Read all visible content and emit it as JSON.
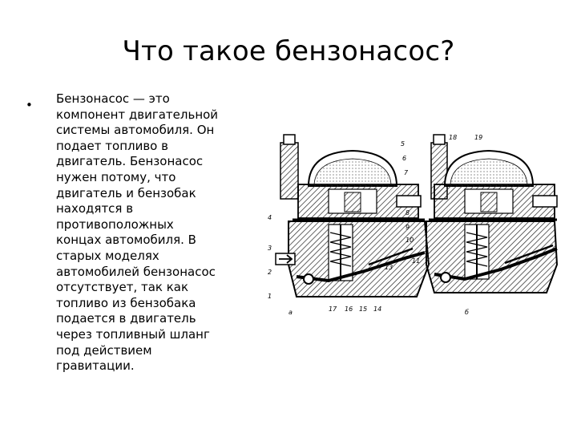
{
  "slide": {
    "title": "Что такое бензонасос?",
    "bullet_symbol": "•",
    "body": " Бензонасос — это\nкомпонент двигательной\nсистемы автомобиля. Он\nподает топливо в\nдвигатель. Бензонасос\nнужен потому, что\nдвигатель и бензобак\nнаходятся в\nпротивоположных\nконцах автомобиля. В\nстарых моделях\nавтомобилей бензонасос\nотсутствует, так как\nтопливо из бензобака\nподается в двигатель\nчерез топливный шланг\nпод действием\nгравитации."
  },
  "figure": {
    "left_callouts": [
      "4",
      "3",
      "2",
      "1"
    ],
    "right_callouts_a": [
      "5",
      "6",
      "7",
      "8",
      "9",
      "10",
      "11"
    ],
    "bottom_callouts_a": [
      "17",
      "16",
      "15",
      "14",
      "13"
    ],
    "top_callouts_b": [
      "18",
      "19"
    ],
    "label_a": "а",
    "label_b": "б"
  }
}
